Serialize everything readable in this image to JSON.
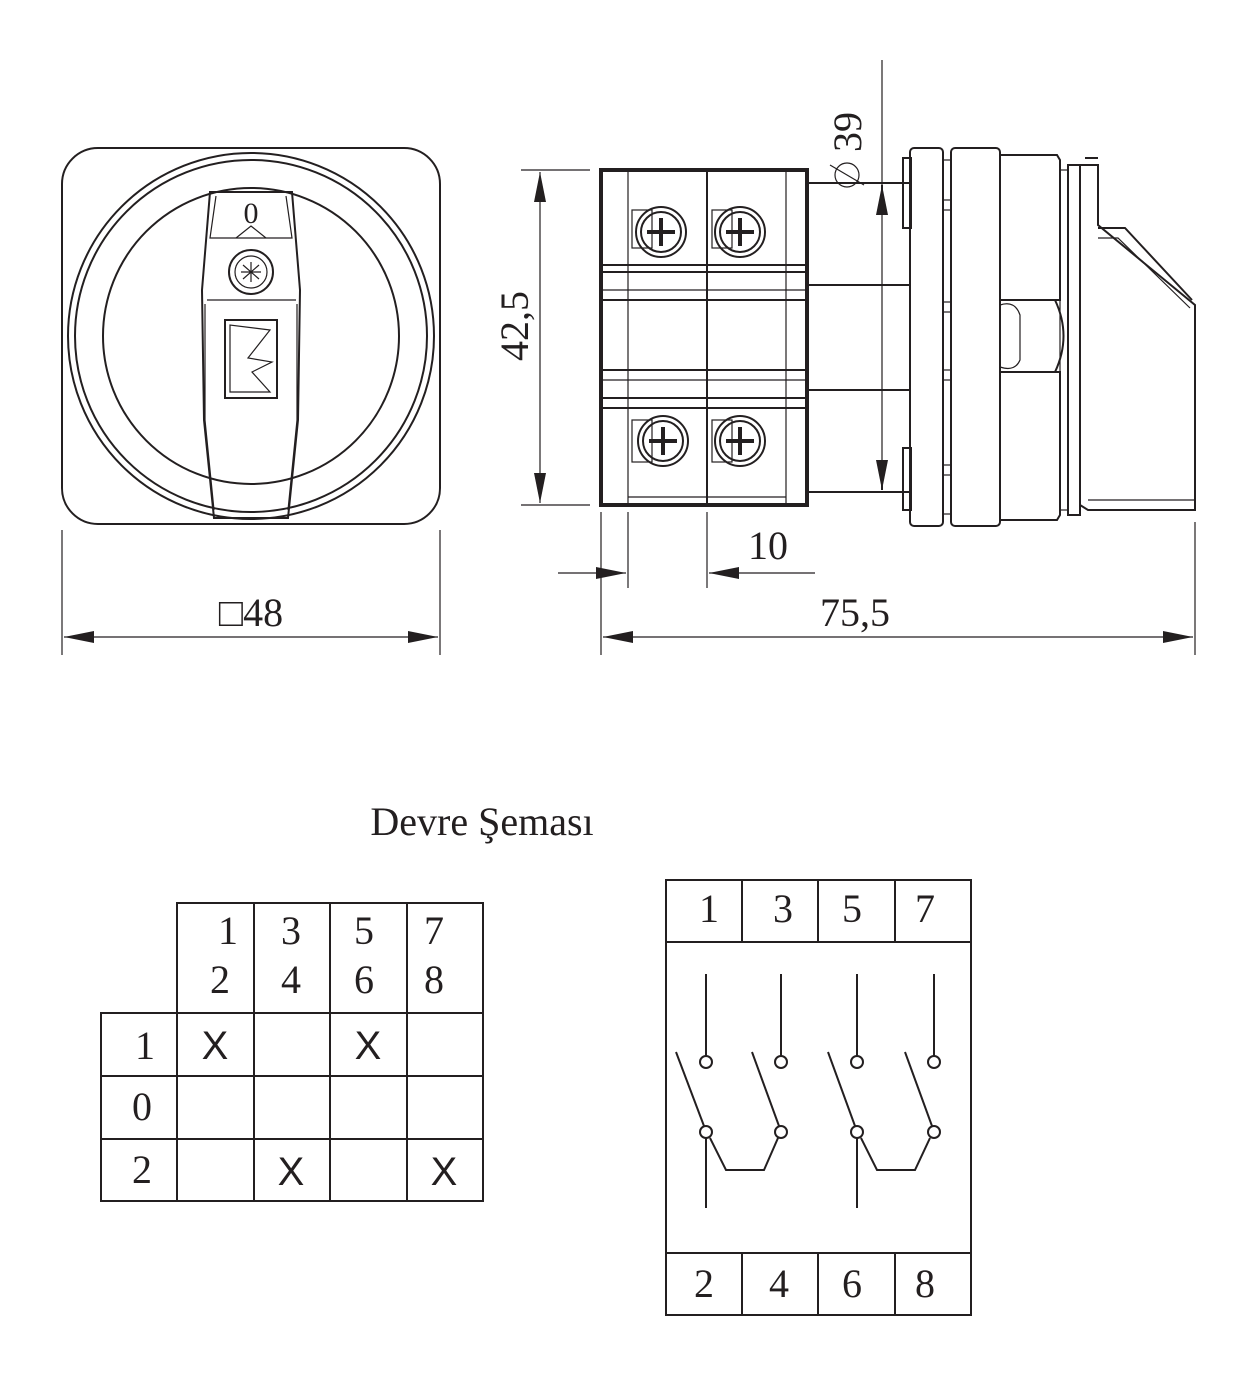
{
  "dimensions": {
    "front_square": "□48",
    "height": "42,5",
    "diameter": "39",
    "offset": "10",
    "total_length": "75,5"
  },
  "knob": {
    "position_label": "0"
  },
  "schema_title": "Devre Şeması",
  "switching_table": {
    "header_top": [
      "1",
      "3",
      "5",
      "7"
    ],
    "header_bottom": [
      "2",
      "4",
      "6",
      "8"
    ],
    "rows": [
      {
        "position": "1",
        "cells": [
          "X",
          "",
          "X",
          ""
        ]
      },
      {
        "position": "0",
        "cells": [
          "",
          "",
          "",
          ""
        ]
      },
      {
        "position": "2",
        "cells": [
          "",
          "X",
          "",
          "X"
        ]
      }
    ]
  },
  "circuit": {
    "top_terminals": [
      "1",
      "3",
      "5",
      "7"
    ],
    "bottom_terminals": [
      "2",
      "4",
      "6",
      "8"
    ]
  }
}
